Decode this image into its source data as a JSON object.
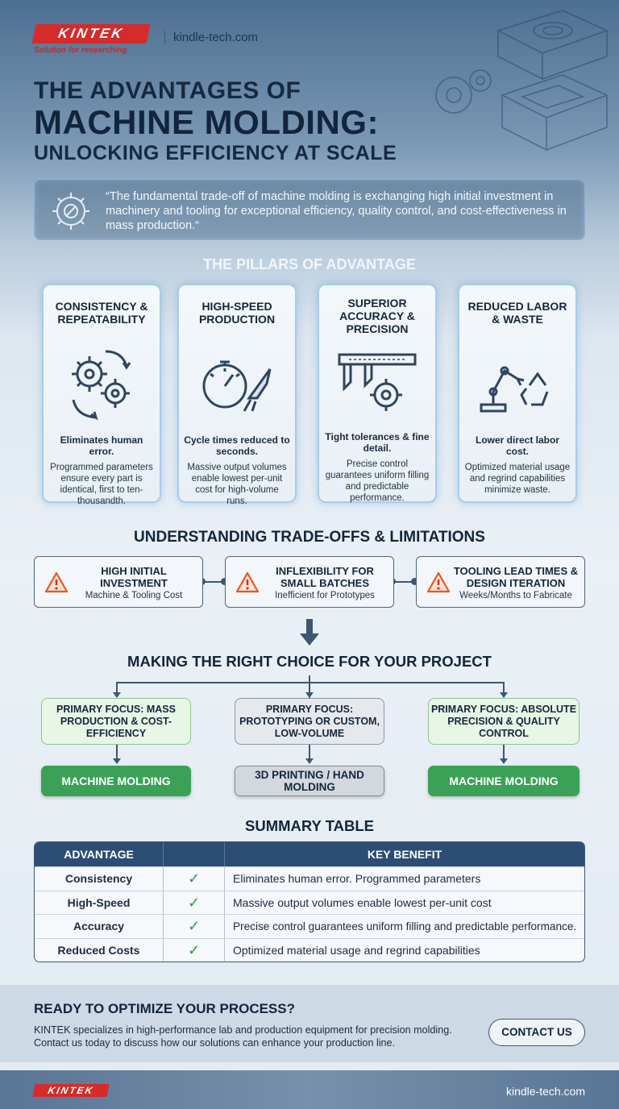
{
  "brand": {
    "logo": "KINTEK",
    "tagline": "Solution for researching",
    "site": "kindle-tech.com"
  },
  "hero": {
    "line1": "THE ADVANTAGES OF",
    "line2": "MACHINE MOLDING:",
    "line3": "UNLOCKING EFFICIENCY AT SCALE"
  },
  "quote": "“The fundamental trade-off of machine molding is exchanging high initial investment in machinery and tooling for exceptional efficiency, quality control, and cost-effectiveness in mass production.“",
  "pillars": {
    "title": "THE PILLARS OF ADVANTAGE",
    "items": [
      {
        "title": "CONSISTENCY & REPEATABILITY",
        "lead": "Eliminates human error.",
        "desc": "Programmed parameters ensure every part is identical, first to ten-thousandth.",
        "icon": "gears-cycle-icon"
      },
      {
        "title": "HIGH-SPEED PRODUCTION",
        "lead": "Cycle times reduced to seconds.",
        "desc": "Massive output volumes enable lowest per-unit cost for high-volume runs.",
        "icon": "stopwatch-rocket-icon"
      },
      {
        "title": "SUPERIOR ACCURACY & PRECISION",
        "lead": "Tight tolerances & fine detail.",
        "desc": "Precise control guarantees uniform filling and predictable performance.",
        "icon": "caliper-gear-icon"
      },
      {
        "title": "REDUCED LABOR & WASTE",
        "lead": "Lower direct labor cost.",
        "desc": "Optimized material usage and regrind capabilities minimize waste.",
        "icon": "robot-arm-recycle-icon"
      }
    ]
  },
  "tradeoffs": {
    "title": "UNDERSTANDING TRADE-OFFS & LIMITATIONS",
    "items": [
      {
        "title": "HIGH INITIAL INVESTMENT",
        "sub": "Machine & Tooling Cost"
      },
      {
        "title": "INFLEXIBILITY FOR SMALL BATCHES",
        "sub": "Inefficient for Prototypes"
      },
      {
        "title": "TOOLING LEAD TIMES & DESIGN ITERATION",
        "sub": "Weeks/Months to Fabricate"
      }
    ]
  },
  "choice": {
    "title": "MAKING THE RIGHT CHOICE FOR YOUR PROJECT",
    "items": [
      {
        "focus": "PRIMARY FOCUS: MASS PRODUCTION & COST-EFFICIENCY",
        "result": "MACHINE MOLDING"
      },
      {
        "focus": "PRIMARY FOCUS: PROTOTYPING OR CUSTOM, LOW-VOLUME",
        "result": "3D PRINTING / HAND MOLDING"
      },
      {
        "focus": "PRIMARY FOCUS: ABSOLUTE PRECISION & QUALITY CONTROL",
        "result": "MACHINE MOLDING"
      }
    ]
  },
  "summary": {
    "title": "SUMMARY TABLE",
    "headers": [
      "ADVANTAGE",
      "",
      "KEY BENEFIT"
    ],
    "check": "✓",
    "rows": [
      {
        "advantage": "Consistency",
        "benefit": "Eliminates human error. Programmed parameters"
      },
      {
        "advantage": "High-Speed",
        "benefit": "Massive output volumes enable lowest per-unit cost"
      },
      {
        "advantage": "Accuracy",
        "benefit": "Precise control guarantees uniform filling and predictable performance."
      },
      {
        "advantage": "Reduced Costs",
        "benefit": "Optimized material usage and regrind capabilities"
      }
    ]
  },
  "cta": {
    "title": "READY TO OPTIMIZE YOUR PROCESS?",
    "text": "KINTEK specializes in high-performance lab and production equipment for precision molding. Contact us today to discuss how our solutions can enhance your production line.",
    "button": "CONTACT US"
  },
  "colors": {
    "accent_red": "#d52b2b",
    "navy": "#2d4e74",
    "green": "#3aa157",
    "warning": "#e35a1f"
  }
}
